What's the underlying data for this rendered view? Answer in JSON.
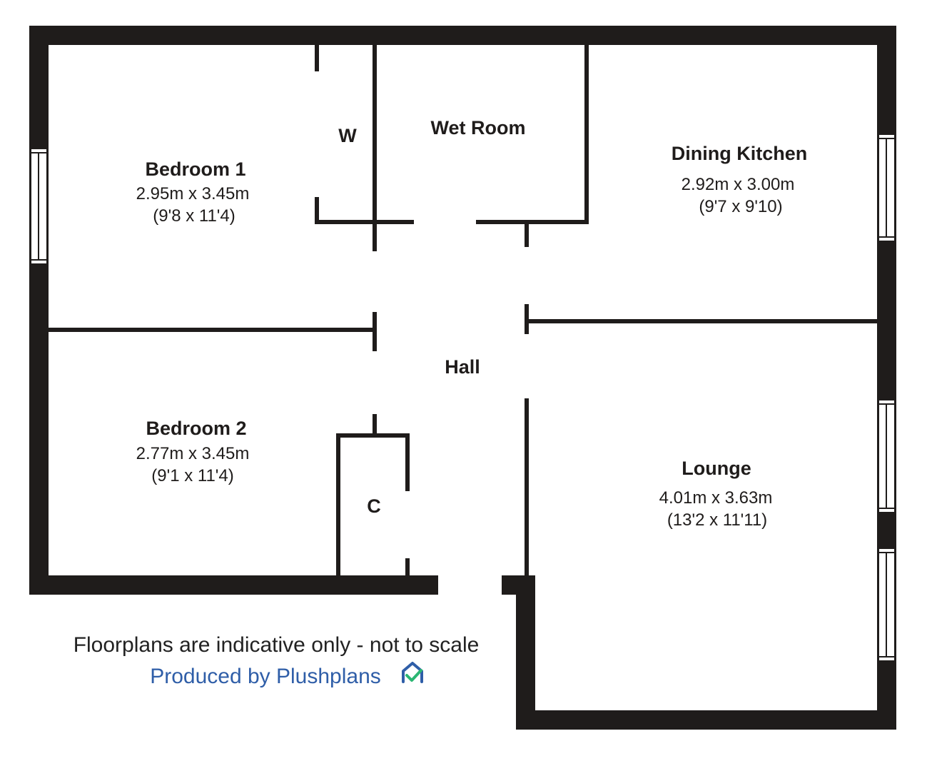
{
  "rooms": {
    "bedroom1": {
      "name": "Bedroom 1",
      "metric": "2.95m x 3.45m",
      "imperial": "(9'8 x 11'4)"
    },
    "bedroom2": {
      "name": "Bedroom 2",
      "metric": "2.77m x 3.45m",
      "imperial": "(9'1 x 11'4)"
    },
    "wardrobe": {
      "name": "W"
    },
    "wet_room": {
      "name": "Wet Room"
    },
    "dining_kitchen": {
      "name": "Dining Kitchen",
      "metric": "2.92m x 3.00m",
      "imperial": "(9'7 x 9'10)"
    },
    "hall": {
      "name": "Hall"
    },
    "cupboard": {
      "name": "C"
    },
    "lounge": {
      "name": "Lounge",
      "metric": "4.01m x 3.63m",
      "imperial": "(13'2 x 11'11)"
    }
  },
  "footer": {
    "disclaimer": "Floorplans are indicative only - not to scale",
    "credit": "Produced by Plushplans",
    "logo_icon": "plushplans-house-check-icon"
  },
  "colors": {
    "wall": "#1f1c1b",
    "credit_blue": "#2f5ea8",
    "logo_green": "#2bb673"
  }
}
